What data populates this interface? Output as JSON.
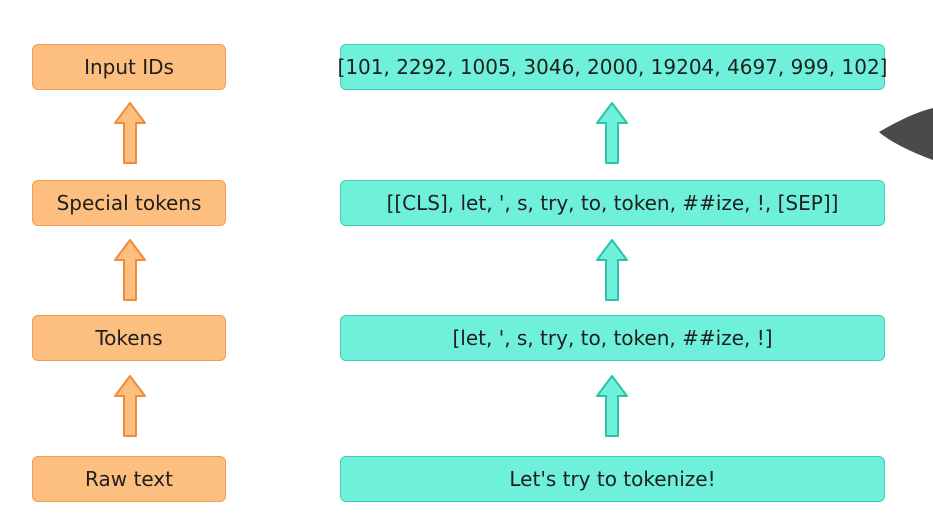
{
  "left_boxes": {
    "input_ids": "Input IDs",
    "special_tokens": "Special tokens",
    "tokens": "Tokens",
    "raw_text": "Raw text"
  },
  "right_boxes": {
    "input_ids": "[101, 2292, 1005, 3046, 2000, 19204, 4697, 999, 102]",
    "special_tokens": "[[CLS], let, ', s, try, to, token, ##ize, !, [SEP]]",
    "tokens": "[let, ', s, try, to, token, ##ize, !]",
    "raw_text": "Let's try to tokenize!"
  },
  "colors": {
    "left_fill": "#fdbf7f",
    "left_border": "#f39b4e",
    "right_fill": "#6ff0da",
    "right_border": "#3ccfb8",
    "left_arrow_fill": "#fdbf7f",
    "left_arrow_stroke": "#f08a3c",
    "right_arrow_fill": "#6ff0da",
    "right_arrow_stroke": "#2fc2aa"
  }
}
